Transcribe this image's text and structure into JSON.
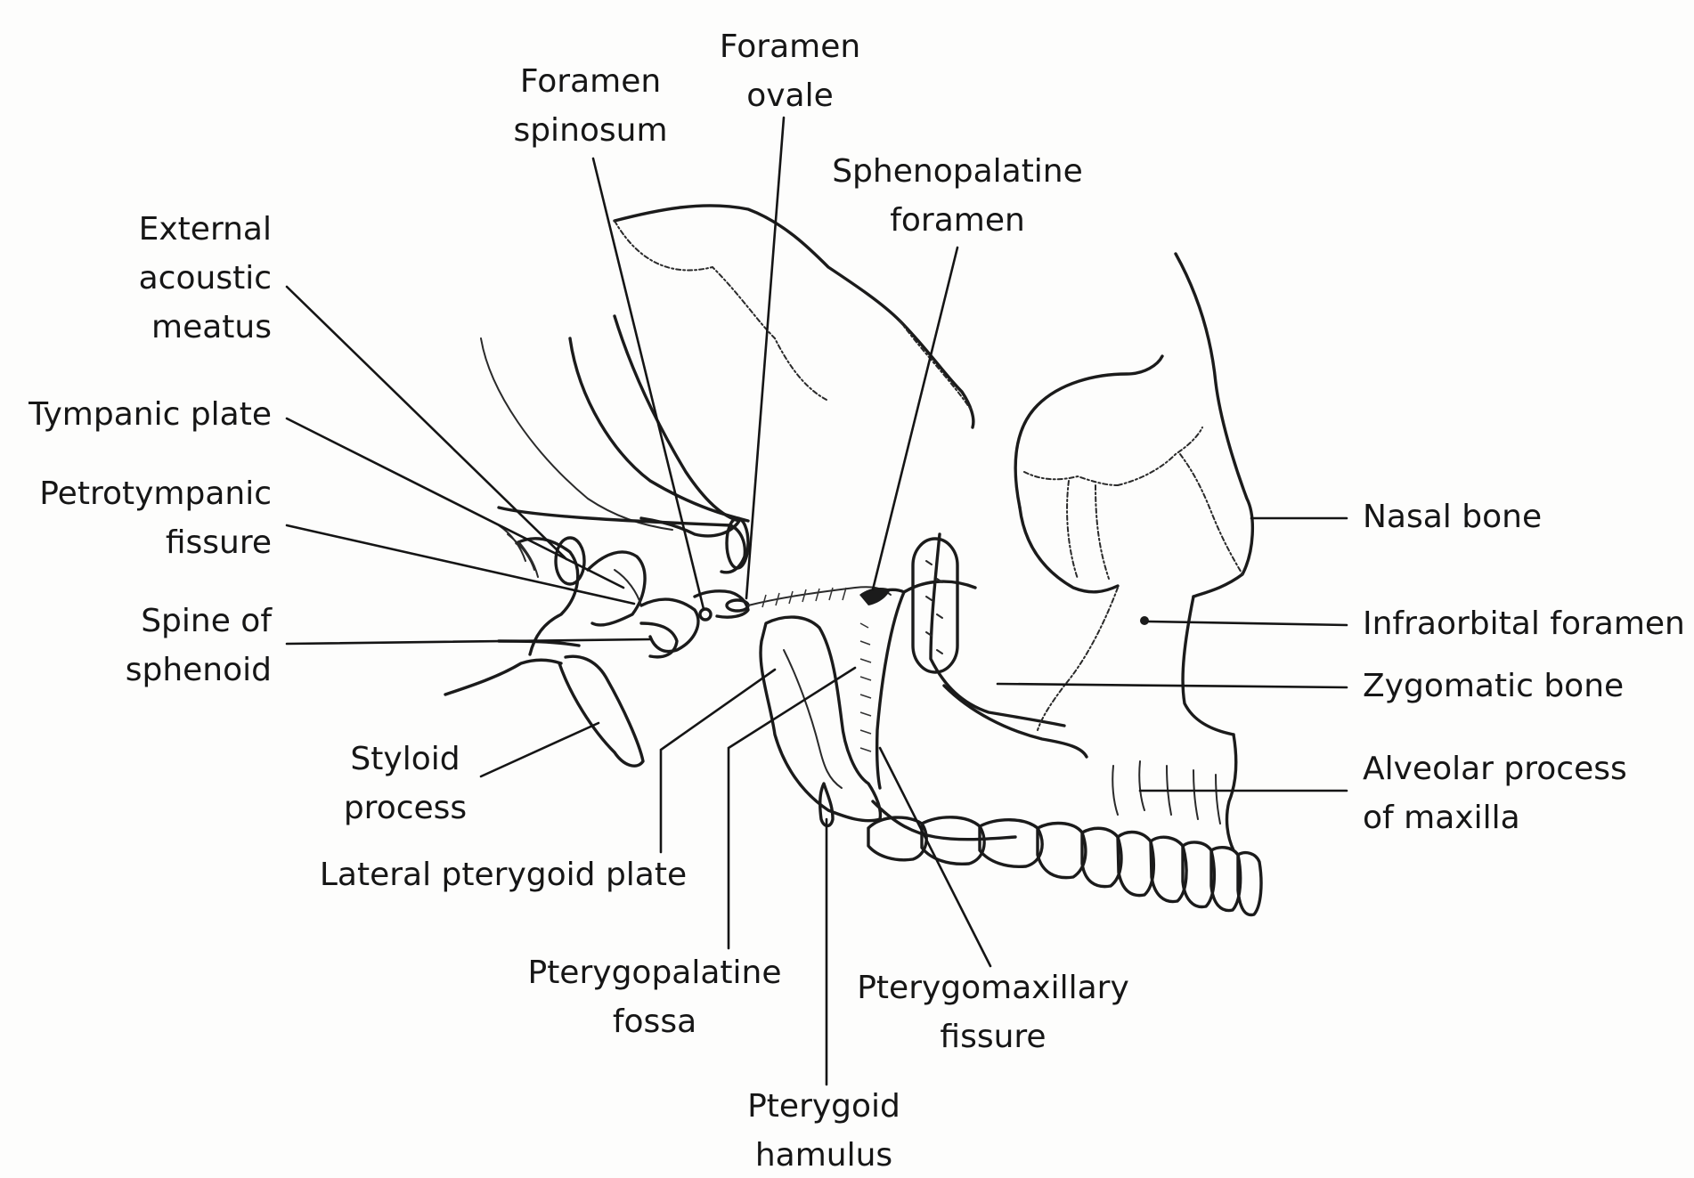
{
  "labels": {
    "foramen_ovale": [
      "Foramen",
      "ovale"
    ],
    "foramen_spinosum": [
      "Foramen",
      "spinosum"
    ],
    "sphenopalatine_foramen": [
      "Sphenopalatine",
      "foramen"
    ],
    "external_acoustic_meatus": [
      "External",
      "acoustic",
      "meatus"
    ],
    "tympanic_plate": [
      "Tympanic plate"
    ],
    "petrotympanic_fissure": [
      "Petrotympanic",
      "fissure"
    ],
    "spine_of_sphenoid": [
      "Spine of",
      "sphenoid"
    ],
    "styloid_process": [
      "Styloid",
      "process"
    ],
    "lateral_pterygoid_plate": [
      "Lateral pterygoid plate"
    ],
    "pterygopalatine_fossa": [
      "Pterygopalatine",
      "fossa"
    ],
    "pterygoid_hamulus": [
      "Pterygoid",
      "hamulus"
    ],
    "pterygomaxillary_fissure": [
      "Pterygomaxillary",
      "fissure"
    ],
    "nasal_bone": [
      "Nasal bone"
    ],
    "infraorbital_foramen": [
      "Infraorbital foramen"
    ],
    "zygomatic_bone": [
      "Zygomatic bone"
    ],
    "alveolar_process_of_maxilla": [
      "Alveolar process",
      "of maxilla"
    ]
  }
}
